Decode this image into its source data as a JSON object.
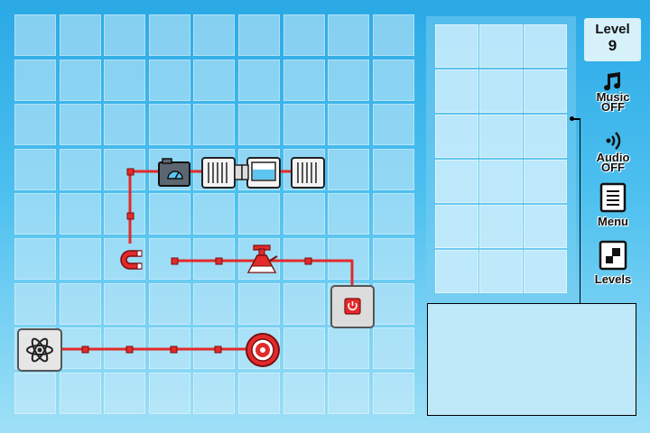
{
  "level": {
    "label": "Level",
    "number": "9"
  },
  "sidebar": {
    "music": {
      "label": "Music",
      "state": "OFF",
      "icon": "music-note-icon"
    },
    "audio": {
      "label": "Audio",
      "state": "OFF",
      "icon": "sound-wave-icon"
    },
    "menu": {
      "label": "Menu",
      "icon": "document-icon"
    },
    "levels": {
      "label": "Levels",
      "icon": "levels-grid-icon"
    }
  },
  "board": {
    "columns": 9,
    "rows": 9,
    "wire_color": "#e32a2a"
  },
  "inventory": {
    "columns": 3,
    "rows": 6
  },
  "pieces": [
    {
      "name": "atom-source-icon"
    },
    {
      "name": "gear-target-icon"
    },
    {
      "name": "magnet-icon"
    },
    {
      "name": "meter-device-icon"
    },
    {
      "name": "radiator-icon"
    },
    {
      "name": "water-tank-icon"
    },
    {
      "name": "valve-flask-icon"
    },
    {
      "name": "power-button-icon"
    }
  ]
}
